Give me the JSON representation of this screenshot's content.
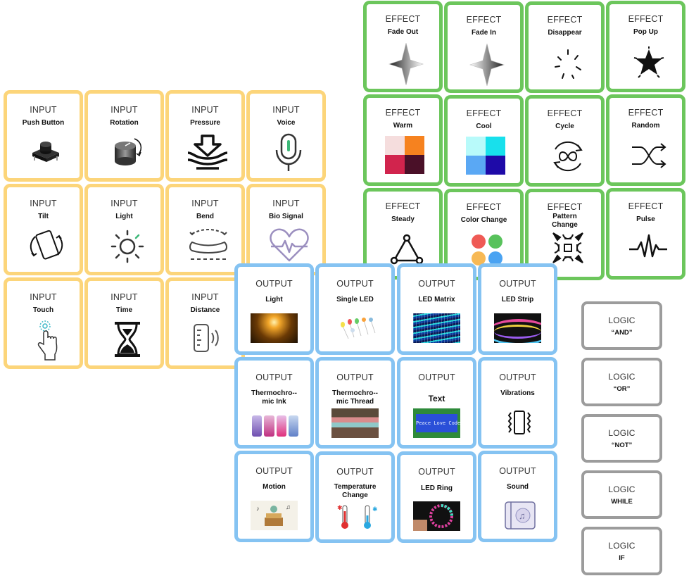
{
  "colors": {
    "input_border": "#fcd57a",
    "effect_border": "#6cc65c",
    "output_border": "#85c3f2",
    "logic_border": "#9c9c9c"
  },
  "effect_cards": [
    {
      "category": "EFFECT",
      "name": "Fade Out",
      "icon": "fade-out-icon"
    },
    {
      "category": "EFFECT",
      "name": "Fade In",
      "icon": "fade-in-icon"
    },
    {
      "category": "EFFECT",
      "name": "Disappear",
      "icon": "disappear-icon"
    },
    {
      "category": "EFFECT",
      "name": "Pop Up",
      "icon": "pop-up-icon"
    },
    {
      "category": "EFFECT",
      "name": "Warm",
      "icon": "warm-swatch-icon"
    },
    {
      "category": "EFFECT",
      "name": "Cool",
      "icon": "cool-swatch-icon"
    },
    {
      "category": "EFFECT",
      "name": "Cycle",
      "icon": "cycle-icon"
    },
    {
      "category": "EFFECT",
      "name": "Random",
      "icon": "shuffle-icon"
    },
    {
      "category": "EFFECT",
      "name": "Steady",
      "icon": "steady-icon"
    },
    {
      "category": "EFFECT",
      "name": "Color Change",
      "icon": "color-dots-icon"
    },
    {
      "category": "EFFECT",
      "name": "Pattern Change",
      "icon": "pattern-icon"
    },
    {
      "category": "EFFECT",
      "name": "Pulse",
      "icon": "pulse-icon"
    }
  ],
  "input_cards": [
    {
      "category": "INPUT",
      "name": "Push Button",
      "icon": "push-button-icon"
    },
    {
      "category": "INPUT",
      "name": "Rotation",
      "icon": "rotation-knob-icon"
    },
    {
      "category": "INPUT",
      "name": "Pressure",
      "icon": "pressure-icon"
    },
    {
      "category": "INPUT",
      "name": "Voice",
      "icon": "microphone-icon"
    },
    {
      "category": "INPUT",
      "name": "Tilt",
      "icon": "tilt-icon"
    },
    {
      "category": "INPUT",
      "name": "Light",
      "icon": "sun-icon"
    },
    {
      "category": "INPUT",
      "name": "Bend",
      "icon": "bend-icon"
    },
    {
      "category": "INPUT",
      "name": "Bio Signal",
      "icon": "heart-pulse-icon"
    },
    {
      "category": "INPUT",
      "name": "Touch",
      "icon": "touch-icon"
    },
    {
      "category": "INPUT",
      "name": "Time",
      "icon": "hourglass-icon"
    },
    {
      "category": "INPUT",
      "name": "Distance",
      "icon": "distance-sensor-icon"
    }
  ],
  "output_cards": [
    {
      "category": "OUTPUT",
      "name": "Light",
      "icon": "light-bulb-image"
    },
    {
      "category": "OUTPUT",
      "name": "Single LED",
      "icon": "single-led-image"
    },
    {
      "category": "OUTPUT",
      "name": "LED Matrix",
      "icon": "led-matrix-image"
    },
    {
      "category": "OUTPUT",
      "name": "LED Strip",
      "icon": "led-strip-image"
    },
    {
      "category": "OUTPUT",
      "name": "Thermochro--mic Ink",
      "icon": "thermochromic-ink-image"
    },
    {
      "category": "OUTPUT",
      "name": "Thermochro--mic Thread",
      "icon": "thermochromic-thread-image"
    },
    {
      "category": "OUTPUT",
      "name": "Text",
      "icon": "lcd-text-image",
      "lcd_text": "Peace Love Code"
    },
    {
      "category": "OUTPUT",
      "name": "Vibrations",
      "icon": "vibration-icon"
    },
    {
      "category": "OUTPUT",
      "name": "Motion",
      "icon": "music-box-image"
    },
    {
      "category": "OUTPUT",
      "name": "Temperature Change",
      "icon": "thermometer-icon"
    },
    {
      "category": "OUTPUT",
      "name": "LED Ring",
      "icon": "led-ring-image"
    },
    {
      "category": "OUTPUT",
      "name": "Sound",
      "icon": "sound-icon"
    }
  ],
  "logic_cards": [
    {
      "category": "LOGIC",
      "name": "“AND”"
    },
    {
      "category": "LOGIC",
      "name": "“OR”"
    },
    {
      "category": "LOGIC",
      "name": "“NOT”"
    },
    {
      "category": "LOGIC",
      "name": "WHILE"
    },
    {
      "category": "LOGIC",
      "name": "IF"
    }
  ]
}
